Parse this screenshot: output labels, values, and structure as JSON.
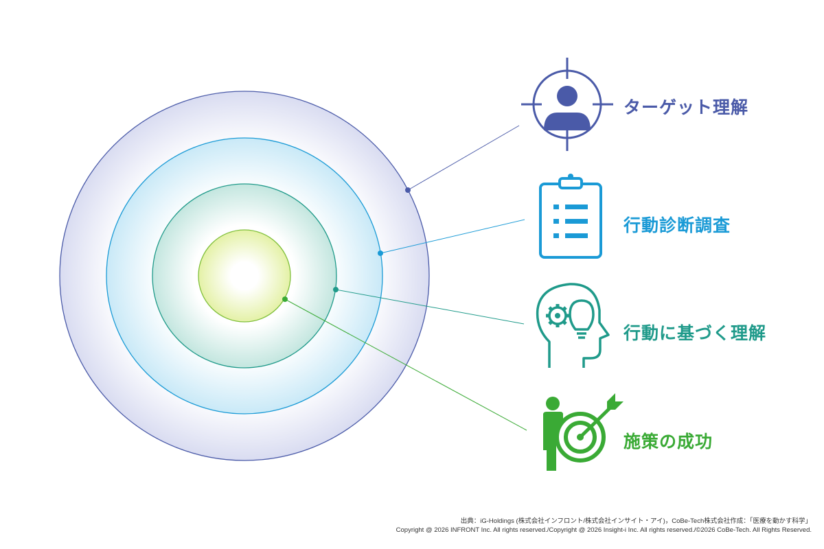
{
  "colors": {
    "target": "#4a5aa8",
    "research": "#1a9ad6",
    "behavior": "#1f9a8a",
    "success": "#3aaa35"
  },
  "items": [
    {
      "label": "ターゲット理解",
      "icon": "target-person-icon"
    },
    {
      "label": "行動診断調査",
      "icon": "clipboard-checklist-icon"
    },
    {
      "label": "行動に基づく理解",
      "icon": "head-gear-lightbulb-icon"
    },
    {
      "label": "施策の成功",
      "icon": "person-dartboard-icon"
    }
  ],
  "footer": {
    "source": "出典：iG-Holdings (株式会社インフロント/株式会社インサイト・アイ)，CoBe-Tech株式会社作成：「医療を動かす科学」",
    "copyright": "Copyright @ 2026 INFRONT Inc. All rights reserved./Copyright @  2026 Insight-i Inc. All rights reserved./©2026 CoBe-Tech. All Rights Reserved."
  }
}
